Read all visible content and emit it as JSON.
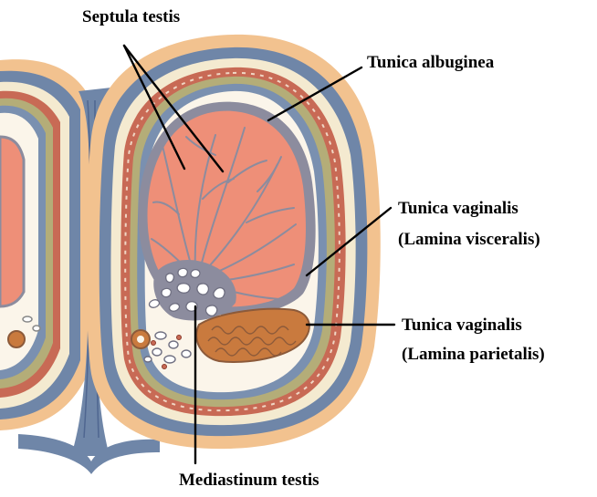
{
  "labels": {
    "septula_testis": "Septula testis",
    "tunica_albuginea": "Tunica albuginea",
    "tunica_vaginalis_visceralis_1": "Tunica vaginalis",
    "tunica_vaginalis_visceralis_2": "(Lamina visceralis)",
    "tunica_vaginalis_parietalis_1": "Tunica vaginalis",
    "tunica_vaginalis_parietalis_2": "(Lamina parietalis)",
    "mediastinum_testis": "Mediastinum testis"
  },
  "colors": {
    "skin": "#f2c28f",
    "dartos_blue": "#6f86a8",
    "fascia_cream": "#f4ead0",
    "vascular_red": "#c86a55",
    "olive_layer": "#b4ad78",
    "albuginea_grey": "#8c8c9e",
    "parenchyma": "#ee8f78",
    "epididymis": "#c97a3e",
    "cavity": "#fbf5ea"
  }
}
